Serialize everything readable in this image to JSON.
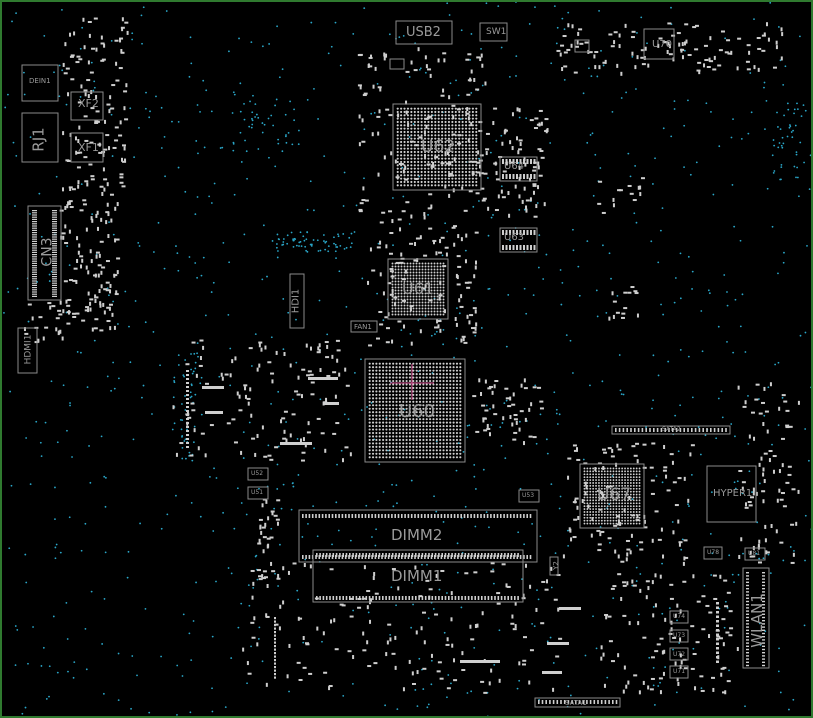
{
  "board": {
    "background": "#000000",
    "border_color": "#2f7a2f",
    "outline_color": "#8a8a8a",
    "pad_color": "#cfcfcf",
    "via_color": "#2aa7c9",
    "crosshair_color": "#e0589c"
  },
  "components": {
    "usb2": "USB2",
    "sw1": "SW1",
    "u70": "U70",
    "u62": "U62",
    "u64": "U64",
    "u63": "U63",
    "u61": "U61",
    "u60": "U60",
    "u67": "U67",
    "fan1": "FAN1",
    "hdi1": "HDI1",
    "dein1": "DEIN1",
    "xf2": "XF2",
    "xf1": "XF1",
    "rj1": "RJ1",
    "cn3": "CN3",
    "hdmi1": "HDMI1",
    "dimm2": "DIMM2",
    "dimm1": "DIMM1",
    "hyper1": "HYPER1",
    "wlan1": "WLAN1",
    "sata2": "SATA2",
    "sata1": "SATA1",
    "u52": "U52",
    "u51": "U51",
    "u53": "U53",
    "u78": "U78",
    "u81": "U81",
    "u74": "U74",
    "u73": "U73",
    "u72": "U72",
    "u71": "U71",
    "y2": "Y2"
  }
}
